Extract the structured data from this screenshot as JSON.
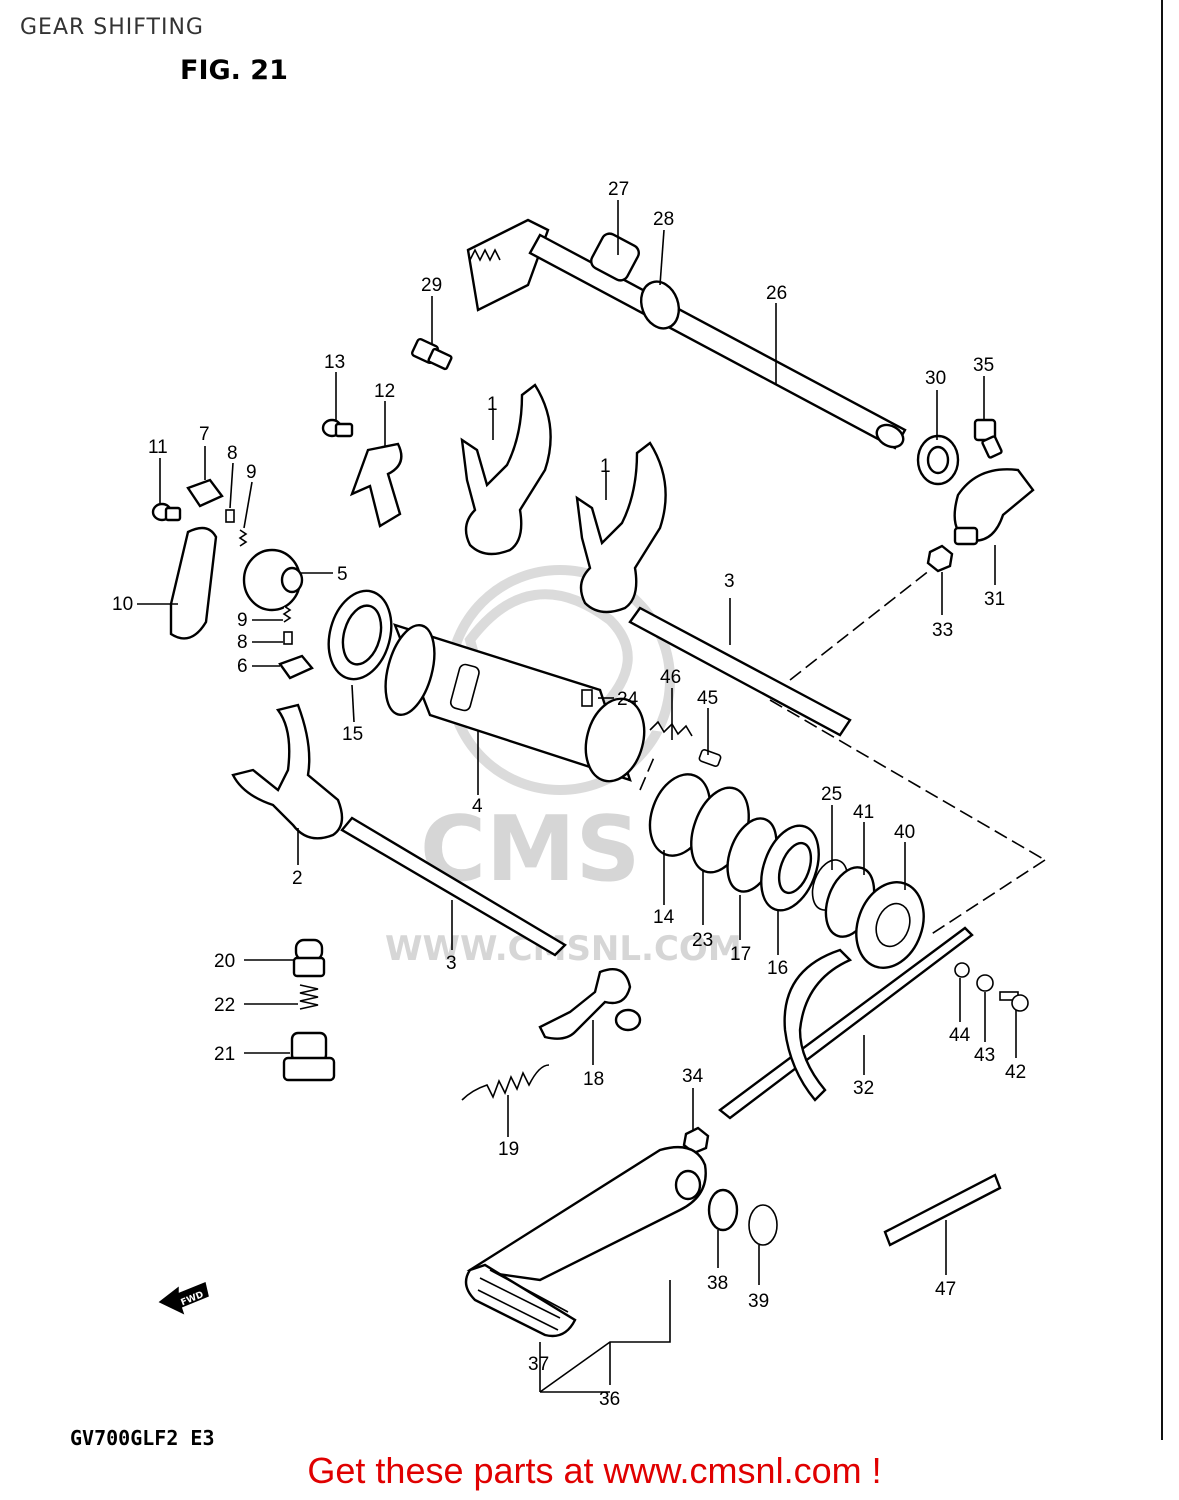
{
  "header": {
    "page_title": "GEAR SHIFTING",
    "figure_label": "FIG. 21"
  },
  "diagram": {
    "model_code": "GV700GLF2  E3",
    "watermark": {
      "site": "WWW.CMSNL.COM",
      "brand": "CMS"
    },
    "fwd_arrow_label": "FWD",
    "callouts": {
      "c1a": "1",
      "c1b": "1",
      "c2": "2",
      "c3a": "3",
      "c3b": "3",
      "c4": "4",
      "c5": "5",
      "c6": "6",
      "c7": "7",
      "c8a": "8",
      "c8b": "8",
      "c9a": "9",
      "c9b": "9",
      "c10": "10",
      "c11": "11",
      "c12": "12",
      "c13": "13",
      "c14": "14",
      "c15": "15",
      "c16": "16",
      "c17": "17",
      "c18": "18",
      "c19": "19",
      "c20": "20",
      "c21": "21",
      "c22": "22",
      "c23": "23",
      "c24": "24",
      "c25": "25",
      "c26": "26",
      "c27": "27",
      "c28": "28",
      "c29": "29",
      "c30": "30",
      "c31": "31",
      "c32": "32",
      "c33": "33",
      "c34": "34",
      "c35": "35",
      "c36": "36",
      "c37": "37",
      "c38": "38",
      "c39": "39",
      "c40": "40",
      "c41": "41",
      "c42": "42",
      "c43": "43",
      "c44": "44",
      "c45": "45",
      "c46": "46",
      "c47": "47"
    }
  },
  "footer": {
    "link_text": "Get these parts at www.cmsnl.com !",
    "link_color": "#e00000"
  }
}
